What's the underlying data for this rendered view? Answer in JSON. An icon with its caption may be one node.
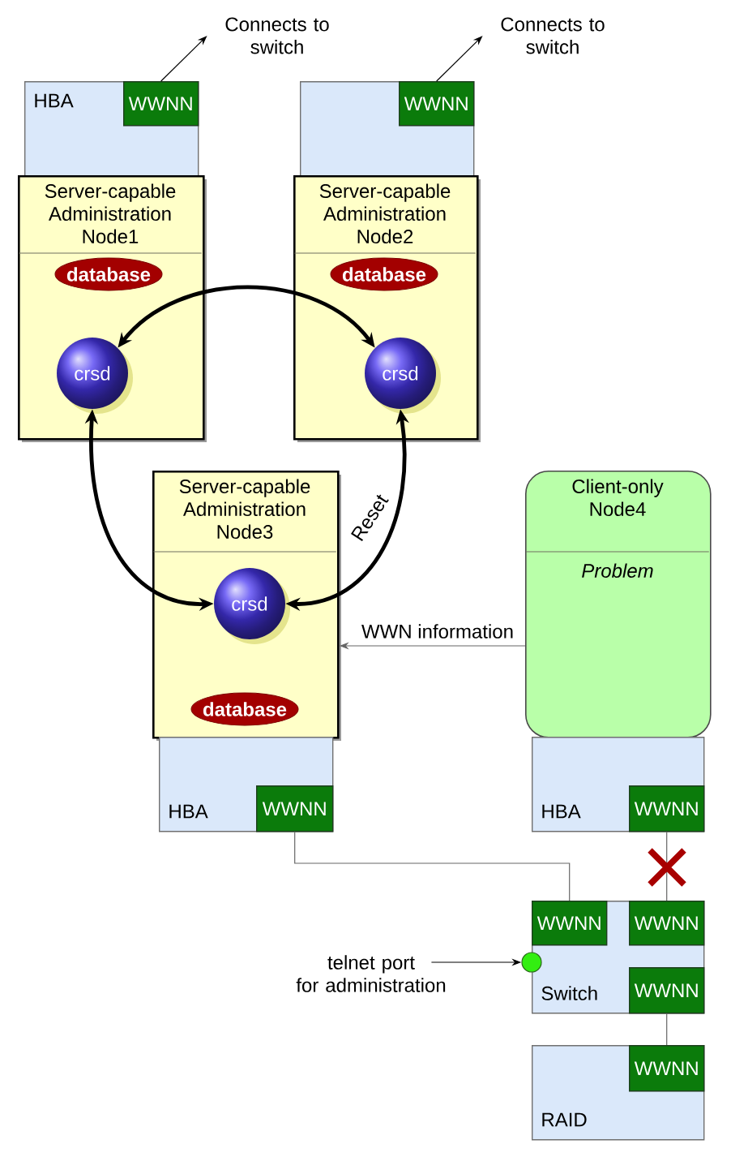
{
  "diagram": {
    "nodes": [
      {
        "text": [
          "Connects to switch"
        ]
      },
      {
        "text": [
          "Connects to switch"
        ]
      },
      {
        "text": [
          "HBA"
        ]
      },
      {
        "text": [
          "WWNN"
        ],
        "in": 2
      },
      {
        "text": [],
        "shape": "box"
      },
      {
        "text": [
          "WWNN"
        ],
        "in": 4
      },
      {
        "text": [
          "Server-capable Administration Node1"
        ]
      },
      {
        "text": [
          "database"
        ],
        "in": 6
      },
      {
        "text": [
          "crsd"
        ],
        "in": 6
      },
      {
        "text": [
          "Server-capable Administration Node2"
        ]
      },
      {
        "text": [
          "database"
        ],
        "in": 9
      },
      {
        "text": [
          "crsd"
        ],
        "in": 9
      },
      {
        "text": [
          "Server-capable Administration Node3"
        ]
      },
      {
        "text": [
          "crsd"
        ],
        "in": 12
      },
      {
        "text": [
          "database"
        ],
        "in": 12
      },
      {
        "text": [
          "Client-only Node4",
          "Problem"
        ]
      },
      {
        "text": [
          "HBA"
        ]
      },
      {
        "text": [
          "WWNN"
        ],
        "in": 16
      },
      {
        "text": [
          "HBA"
        ]
      },
      {
        "text": [
          "WWNN"
        ],
        "in": 18
      },
      {
        "text": [
          "telnet port for administration"
        ]
      },
      {
        "text": [
          "Switch"
        ]
      },
      {
        "text": [
          "WWNN"
        ],
        "in": 21
      },
      {
        "text": [
          "WWNN"
        ],
        "in": 21
      },
      {
        "text": [
          "WWNN"
        ],
        "in": 21
      },
      {
        "text": [],
        "shape": "circle"
      },
      {
        "text": [
          "RAID"
        ]
      },
      {
        "text": [
          "WWNN"
        ],
        "in": 26
      }
    ],
    "edges": [
      {
        "from": 3,
        "to": 0,
        "arrow": "to"
      },
      {
        "from": 5,
        "to": 1,
        "arrow": "to"
      },
      {
        "from": 8,
        "to": 11,
        "arrow": "both",
        "style": "thick"
      },
      {
        "from": 8,
        "to": 13,
        "arrow": "both",
        "style": "thick"
      },
      {
        "from": 11,
        "to": 13,
        "arrow": "both",
        "style": "thick",
        "label": "Reset"
      },
      {
        "from": 15,
        "to": 12,
        "arrow": "to",
        "label": "WWN information",
        "color": "#666666"
      },
      {
        "from": 17,
        "to": 22,
        "arrow": "none",
        "color": "#666666"
      },
      {
        "from": 19,
        "to": 23,
        "arrow": "none",
        "color": "#666666"
      },
      {
        "from": 24,
        "to": 27,
        "arrow": "none",
        "color": "#666666"
      },
      {
        "from": 20,
        "to": 25,
        "arrow": "to"
      }
    ]
  }
}
